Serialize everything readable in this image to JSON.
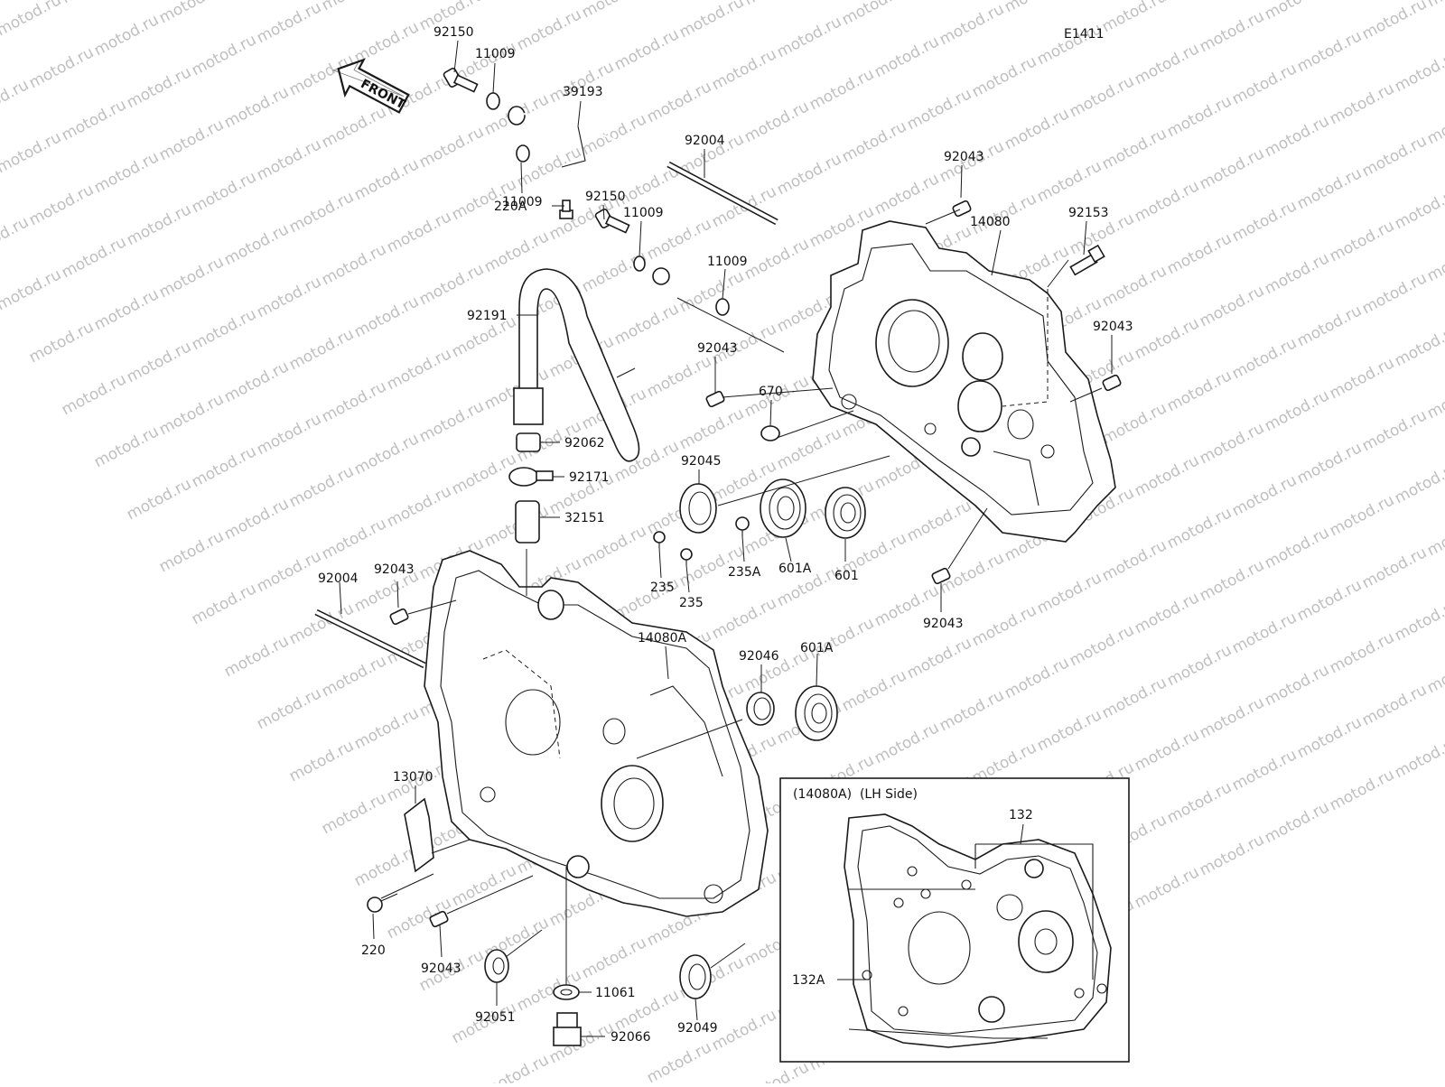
{
  "diagram": {
    "code": "E1411",
    "watermark": "motod.ru",
    "front_label": "FRONT",
    "inset_title": "(14080A)  (LH Side)",
    "inset_parts": {
      "p132": "132",
      "p132a": "132A"
    },
    "parts": {
      "p92150a": "92150",
      "p11009a": "11009",
      "p39193": "39193",
      "p11009b": "11009",
      "p92004a": "92004",
      "p92150b": "92150",
      "p11009c": "11009",
      "p220a": "220A",
      "p11009d": "11009",
      "p92043a": "92043",
      "p92153": "92153",
      "p14080": "14080",
      "p92191": "92191",
      "p92043b": "92043",
      "p92043c": "92043",
      "p670": "670",
      "p92062": "92062",
      "p92045": "92045",
      "p92171": "92171",
      "p32151": "32151",
      "p235a": "235",
      "p235b": "235",
      "p235A": "235A",
      "p601A": "601A",
      "p601": "601",
      "p92043d": "92043",
      "p92004b": "92004",
      "p92043e": "92043",
      "p14080A": "14080A",
      "p92046": "92046",
      "p601Ab": "601A",
      "p13070": "13070",
      "p220": "220",
      "p92043f": "92043",
      "p92051": "92051",
      "p11061": "11061",
      "p92049": "92049",
      "p92066": "92066"
    }
  }
}
